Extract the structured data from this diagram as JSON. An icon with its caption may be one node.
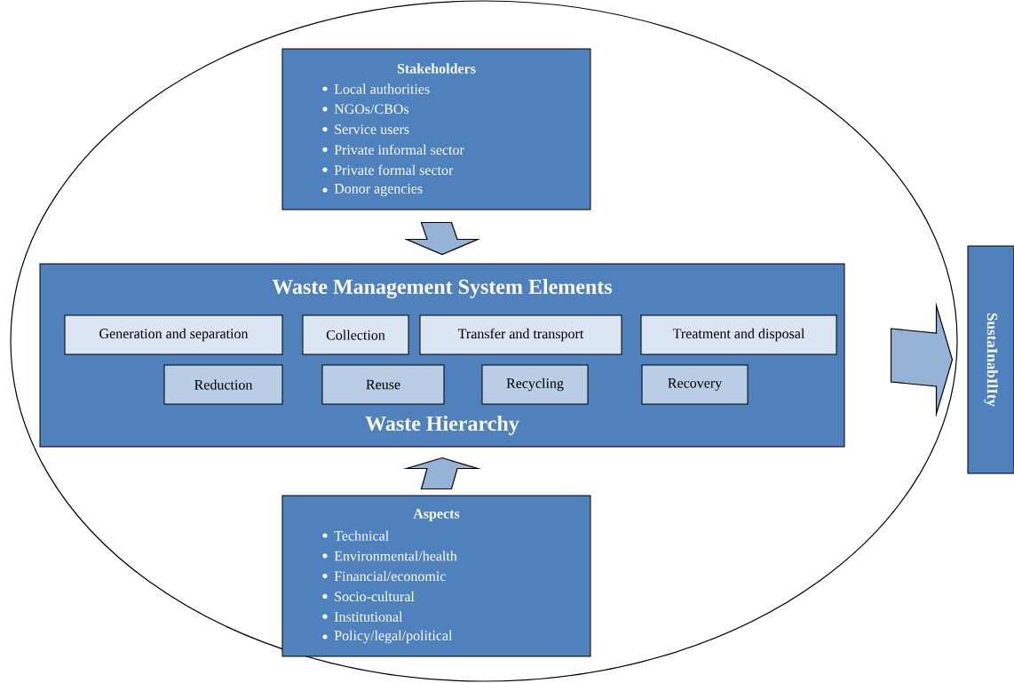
{
  "diagram": {
    "nodes": [
      {
        "text": [],
        "shape": "ellipse"
      },
      {
        "text": [
          "Stakeholders",
          "Local authorities",
          "NGOs/CBOs",
          "Service users",
          "Private informal sector",
          "Private formal sector",
          "Donor agencies"
        ],
        "in": 0
      },
      {
        "text": [
          "Waste Management System Elements",
          "Waste Hierarchy"
        ],
        "in": 0
      },
      {
        "text": [
          "Generation and separation"
        ],
        "in": 2
      },
      {
        "text": [
          "Collection"
        ],
        "in": 2
      },
      {
        "text": [
          "Transfer and transport"
        ],
        "in": 2
      },
      {
        "text": [
          "Treatment and disposal"
        ],
        "in": 2
      },
      {
        "text": [
          "Reduction"
        ],
        "in": 2
      },
      {
        "text": [
          "Reuse"
        ],
        "in": 2
      },
      {
        "text": [
          "Recycling"
        ],
        "in": 2
      },
      {
        "text": [
          "Recovery"
        ],
        "in": 2
      },
      {
        "text": [
          "Aspects",
          "Technical",
          "Environmental/health",
          "Financial/economic",
          "Socio-cultural",
          "Institutional",
          "Policy/legal/political"
        ],
        "in": 0
      },
      {
        "text": [
          "SustaInabIlIty"
        ]
      }
    ],
    "edges": [
      {
        "from": 1,
        "to": 2,
        "arrow": "to"
      },
      {
        "from": 11,
        "to": 2,
        "arrow": "to"
      },
      {
        "from": 2,
        "to": 12,
        "arrow": "to"
      }
    ]
  }
}
